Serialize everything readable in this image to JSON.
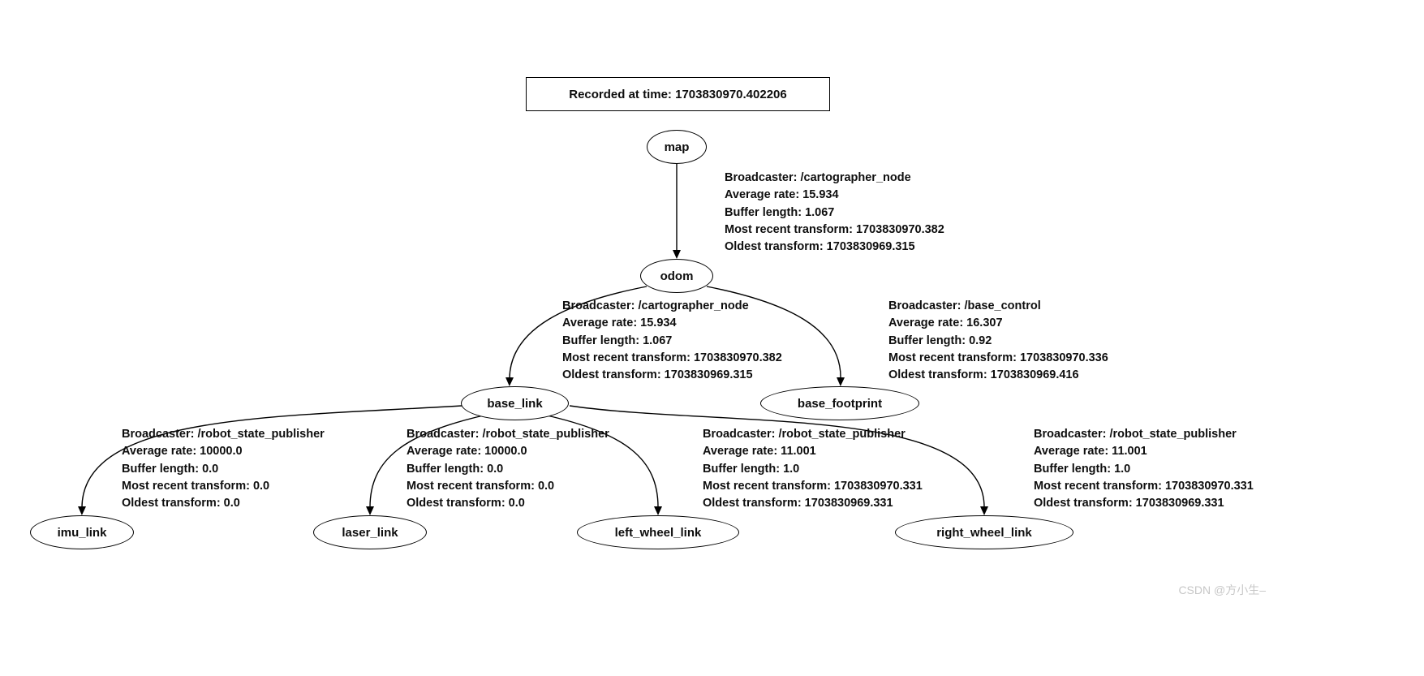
{
  "title_box": {
    "label": "Recorded at time: 1703830970.402206"
  },
  "watermark": {
    "text": "CSDN @方小生–"
  },
  "colors": {
    "background": "#ffffff",
    "line": "#000000",
    "text": "#0d0d0d",
    "watermark": "#c7c7c7"
  },
  "nodes": [
    {
      "id": "map",
      "label": "map"
    },
    {
      "id": "odom",
      "label": "odom"
    },
    {
      "id": "base_link",
      "label": "base_link"
    },
    {
      "id": "base_footprint",
      "label": "base_footprint"
    },
    {
      "id": "imu_link",
      "label": "imu_link"
    },
    {
      "id": "laser_link",
      "label": "laser_link"
    },
    {
      "id": "left_wheel_link",
      "label": "left_wheel_link"
    },
    {
      "id": "right_wheel_link",
      "label": "right_wheel_link"
    }
  ],
  "edges": [
    {
      "from": "map",
      "to": "odom",
      "lines": [
        "Broadcaster: /cartographer_node",
        "Average rate: 15.934",
        "Buffer length: 1.067",
        "Most recent transform: 1703830970.382",
        "Oldest transform: 1703830969.315"
      ]
    },
    {
      "from": "odom",
      "to": "base_link",
      "lines": [
        "Broadcaster: /cartographer_node",
        "Average rate: 15.934",
        "Buffer length: 1.067",
        "Most recent transform: 1703830970.382",
        "Oldest transform: 1703830969.315"
      ]
    },
    {
      "from": "odom",
      "to": "base_footprint",
      "lines": [
        "Broadcaster: /base_control",
        "Average rate: 16.307",
        "Buffer length: 0.92",
        "Most recent transform: 1703830970.336",
        "Oldest transform: 1703830969.416"
      ]
    },
    {
      "from": "base_link",
      "to": "imu_link",
      "lines": [
        "Broadcaster: /robot_state_publisher",
        "Average rate: 10000.0",
        "Buffer length: 0.0",
        "Most recent transform: 0.0",
        "Oldest transform: 0.0"
      ]
    },
    {
      "from": "base_link",
      "to": "laser_link",
      "lines": [
        "Broadcaster: /robot_state_publisher",
        "Average rate: 10000.0",
        "Buffer length: 0.0",
        "Most recent transform: 0.0",
        "Oldest transform: 0.0"
      ]
    },
    {
      "from": "base_link",
      "to": "left_wheel_link",
      "lines": [
        "Broadcaster: /robot_state_publisher",
        "Average rate: 11.001",
        "Buffer length: 1.0",
        "Most recent transform: 1703830970.331",
        "Oldest transform: 1703830969.331"
      ]
    },
    {
      "from": "base_link",
      "to": "right_wheel_link",
      "lines": [
        "Broadcaster: /robot_state_publisher",
        "Average rate: 11.001",
        "Buffer length: 1.0",
        "Most recent transform: 1703830970.331",
        "Oldest transform: 1703830969.331"
      ]
    }
  ]
}
